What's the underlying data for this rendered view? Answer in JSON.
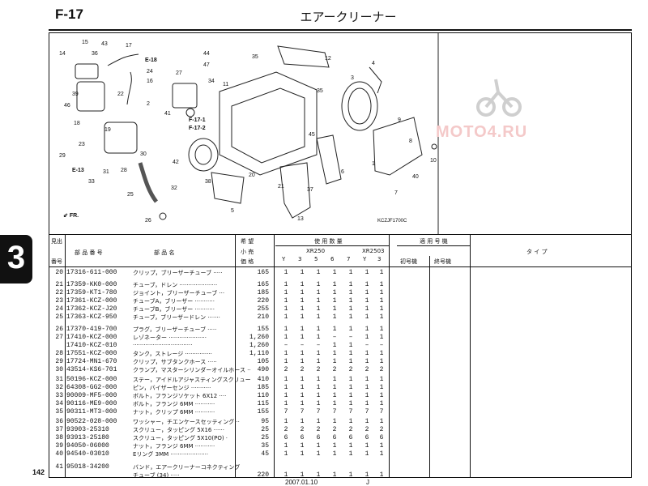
{
  "header": {
    "code": "F-17",
    "title": "エアークリーナー"
  },
  "diagram": {
    "code": "KCZJF1700C",
    "fr_label": "FR.",
    "ref_labels": [
      "E-18",
      "E-13",
      "F-17-1",
      "F-17-2"
    ],
    "callouts": [
      "15",
      "43",
      "17",
      "14",
      "36",
      "24",
      "16",
      "22",
      "39",
      "46",
      "18",
      "2",
      "19",
      "23",
      "29",
      "31",
      "33",
      "28",
      "30",
      "25",
      "26",
      "44",
      "47",
      "35",
      "27",
      "34",
      "11",
      "41",
      "42",
      "38",
      "32",
      "45",
      "20",
      "21",
      "37",
      "12",
      "3",
      "35",
      "4",
      "9",
      "10",
      "8",
      "40",
      "7",
      "13",
      "5",
      "6",
      "1"
    ]
  },
  "watermark": {
    "text": "MOTO4.RU"
  },
  "section": {
    "number": "3"
  },
  "table": {
    "headers": {
      "ref_top": "見出",
      "ref_bottom": "番号",
      "part_no": "部 品 番 号",
      "part_name": "部 品 名",
      "price_top": "希 望",
      "price_mid": "小 売",
      "price_bottom": "価 格",
      "usage": "使 用 数 量",
      "model1": "XR250",
      "model2": "XR2503",
      "cols": [
        "Y",
        "3",
        "5",
        "6",
        "7",
        "Y",
        "3"
      ],
      "applicable": "適 用 号 機",
      "type": "タ イ プ",
      "first_no": "初号機",
      "last_no": "終号機"
    },
    "rows": [
      {
        "ref": "20",
        "part": "17316-611-000",
        "desc": "クリップ，ブリーザーチューブ ·····",
        "price": "165",
        "q": [
          "1",
          "1",
          "1",
          "1",
          "1",
          "1",
          "1"
        ]
      },
      {
        "ref": "21",
        "part": "17359-KK0-000",
        "desc": "チューブ，ドレン ·····················",
        "price": "165",
        "q": [
          "1",
          "1",
          "1",
          "1",
          "1",
          "1",
          "1"
        ]
      },
      {
        "ref": "22",
        "part": "17359-KT1-780",
        "desc": "ジョイント，ブリーザーチューブ ···",
        "price": "185",
        "q": [
          "1",
          "1",
          "1",
          "1",
          "1",
          "1",
          "1"
        ]
      },
      {
        "ref": "23",
        "part": "17361-KCZ-000",
        "desc": "チューブA，ブリーザー ···········",
        "price": "220",
        "q": [
          "1",
          "1",
          "1",
          "1",
          "1",
          "1",
          "1"
        ]
      },
      {
        "ref": "24",
        "part": "17362-KCZ-J20",
        "desc": "チューブB，ブリーザー ···········",
        "price": "255",
        "q": [
          "1",
          "1",
          "1",
          "1",
          "1",
          "1",
          "1"
        ]
      },
      {
        "ref": "25",
        "part": "17363-KCZ-950",
        "desc": "チューブ，ブリーザードレン ·······",
        "price": "210",
        "q": [
          "1",
          "1",
          "1",
          "1",
          "1",
          "1",
          "1"
        ]
      },
      {
        "ref": "26",
        "part": "17370-419-700",
        "desc": "プラグ，ブリーザーチューブ ·····",
        "price": "155",
        "q": [
          "1",
          "1",
          "1",
          "1",
          "1",
          "1",
          "1"
        ]
      },
      {
        "ref": "27",
        "part": "17410-KCZ-000",
        "desc": "レゾネーター ·····················",
        "price": "1,260",
        "q": [
          "1",
          "1",
          "1",
          "–",
          "–",
          "1",
          "1"
        ]
      },
      {
        "ref": "",
        "part": "17410-KCZ-010",
        "desc": "·································",
        "price": "1,260",
        "q": [
          "–",
          "–",
          "–",
          "1",
          "1",
          "–",
          "–"
        ]
      },
      {
        "ref": "28",
        "part": "17551-KCZ-000",
        "desc": "タンク，ストレージ ···············",
        "price": "1,110",
        "q": [
          "1",
          "1",
          "1",
          "1",
          "1",
          "1",
          "1"
        ]
      },
      {
        "ref": "29",
        "part": "17724-MN1-670",
        "desc": "クリップ，サブタンクホース ·····",
        "price": "105",
        "q": [
          "1",
          "1",
          "1",
          "1",
          "1",
          "1",
          "1"
        ]
      },
      {
        "ref": "30",
        "part": "43514-KS6-701",
        "desc": "クランプ，マスターシリンダーオイルホース ··",
        "price": "490",
        "q": [
          "2",
          "2",
          "2",
          "2",
          "2",
          "2",
          "2"
        ]
      },
      {
        "ref": "31",
        "part": "50196-KCZ-000",
        "desc": "ステー，アイドルアジャスティングスクリュー",
        "price": "410",
        "q": [
          "1",
          "1",
          "1",
          "1",
          "1",
          "1",
          "1"
        ]
      },
      {
        "ref": "32",
        "part": "64308-GG2-000",
        "desc": "ピン，バイザーセンジ ···········",
        "price": "185",
        "q": [
          "1",
          "1",
          "1",
          "1",
          "1",
          "1",
          "1"
        ]
      },
      {
        "ref": "33",
        "part": "90009-MF5-000",
        "desc": "ボルト，フランジソケット 6X12 ····",
        "price": "110",
        "q": [
          "1",
          "1",
          "1",
          "1",
          "1",
          "1",
          "1"
        ]
      },
      {
        "ref": "34",
        "part": "90116-ME9-000",
        "desc": "ボルト，フランジ 6MM ···········",
        "price": "115",
        "q": [
          "1",
          "1",
          "1",
          "1",
          "1",
          "1",
          "1"
        ]
      },
      {
        "ref": "35",
        "part": "90311-MT3-000",
        "desc": "ナット，クリップ 6MM ···········",
        "price": "155",
        "q": [
          "7",
          "7",
          "7",
          "7",
          "7",
          "7",
          "7"
        ]
      },
      {
        "ref": "36",
        "part": "90522-028-000",
        "desc": "ワッシャー，チエンケースセッティング ··",
        "price": "95",
        "q": [
          "1",
          "1",
          "1",
          "1",
          "1",
          "1",
          "1"
        ]
      },
      {
        "ref": "37",
        "part": "93903-25310",
        "desc": "スクリュー，タッピング 5X16 ······",
        "price": "25",
        "q": [
          "2",
          "2",
          "2",
          "2",
          "2",
          "2",
          "2"
        ]
      },
      {
        "ref": "38",
        "part": "93913-25180",
        "desc": "スクリュー，タッピング 5X10(PO) ·",
        "price": "25",
        "q": [
          "6",
          "6",
          "6",
          "6",
          "6",
          "6",
          "6"
        ]
      },
      {
        "ref": "39",
        "part": "94050-06000",
        "desc": "ナット，フランジ 6MM ···········",
        "price": "35",
        "q": [
          "1",
          "1",
          "1",
          "1",
          "1",
          "1",
          "1"
        ]
      },
      {
        "ref": "40",
        "part": "94540-03010",
        "desc": "Eリング 3MM ·····················",
        "price": "45",
        "q": [
          "1",
          "1",
          "1",
          "1",
          "1",
          "1",
          "1"
        ]
      },
      {
        "ref": "41",
        "part": "95018-34200",
        "desc": "バンド，エアークリーナーコネクティング",
        "price": "",
        "q": [
          "",
          "",
          "",
          "",
          "",
          "",
          ""
        ]
      },
      {
        "ref": "",
        "part": "",
        "desc": "チューブ (34) ·····",
        "price": "220",
        "q": [
          "1",
          "1",
          "1",
          "1",
          "1",
          "1",
          "1"
        ]
      }
    ]
  },
  "footer": {
    "page_number": "142",
    "date": "2007.01.10",
    "mark": "J"
  }
}
